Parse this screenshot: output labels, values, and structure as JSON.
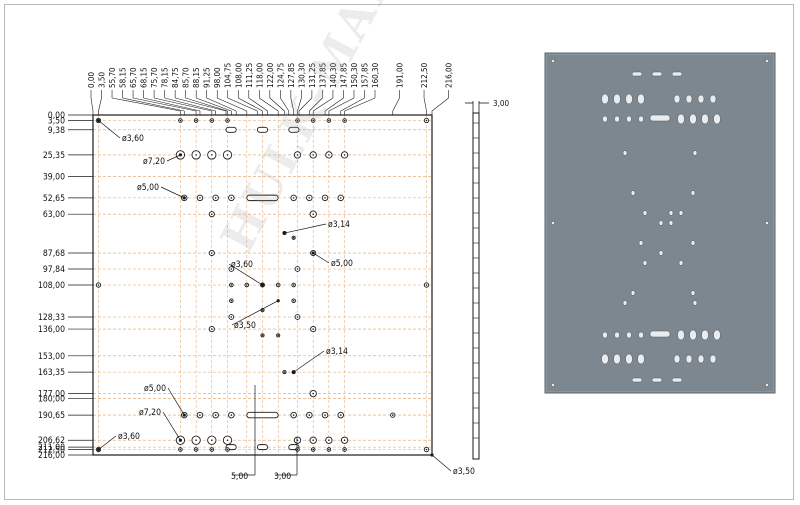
{
  "drawing": {
    "x_dims": [
      "0,00",
      "3,50",
      "55,70",
      "58,15",
      "65,70",
      "68,15",
      "75,70",
      "78,15",
      "84,75",
      "85,70",
      "88,15",
      "91,25",
      "98,00",
      "104,75",
      "108,00",
      "111,25",
      "118,00",
      "122,00",
      "124,75",
      "127,85",
      "130,30",
      "131,25",
      "137,85",
      "140,30",
      "147,85",
      "150,30",
      "157,85",
      "160,30",
      "191,00",
      "212,50",
      "216,00"
    ],
    "y_dims": [
      "0,00",
      "3,50",
      "9,38",
      "25,35",
      "39,00",
      "52,65",
      "63,00",
      "87,68",
      "97,84",
      "108,00",
      "128,33",
      "136,00",
      "153,00",
      "163,35",
      "177,00",
      "180,00",
      "190,65",
      "206,62",
      "211,00",
      "212,50",
      "216,00"
    ],
    "callouts": {
      "d360_tl": "ø3,60",
      "d720_top": "ø7,20",
      "d500_top": "ø5,00",
      "d314_top": "ø3,14",
      "d500_right": "ø5,00",
      "d360_mid": "ø3,60",
      "d350_mid": "ø3,50",
      "d314_bot": "ø3,14",
      "d500_bot": "ø5,00",
      "d720_bot": "ø7,20",
      "d360_bl": "ø3,60",
      "d350_br": "ø3,50",
      "slot_500": "5,00",
      "slot_300": "3,00"
    },
    "side_view": {
      "thickness": "3,00"
    },
    "watermark": "HULK-MAN 3D"
  },
  "colors": {
    "plate": "#7f8b95",
    "line": "#1a1a1a",
    "guide": "#e3a060"
  }
}
